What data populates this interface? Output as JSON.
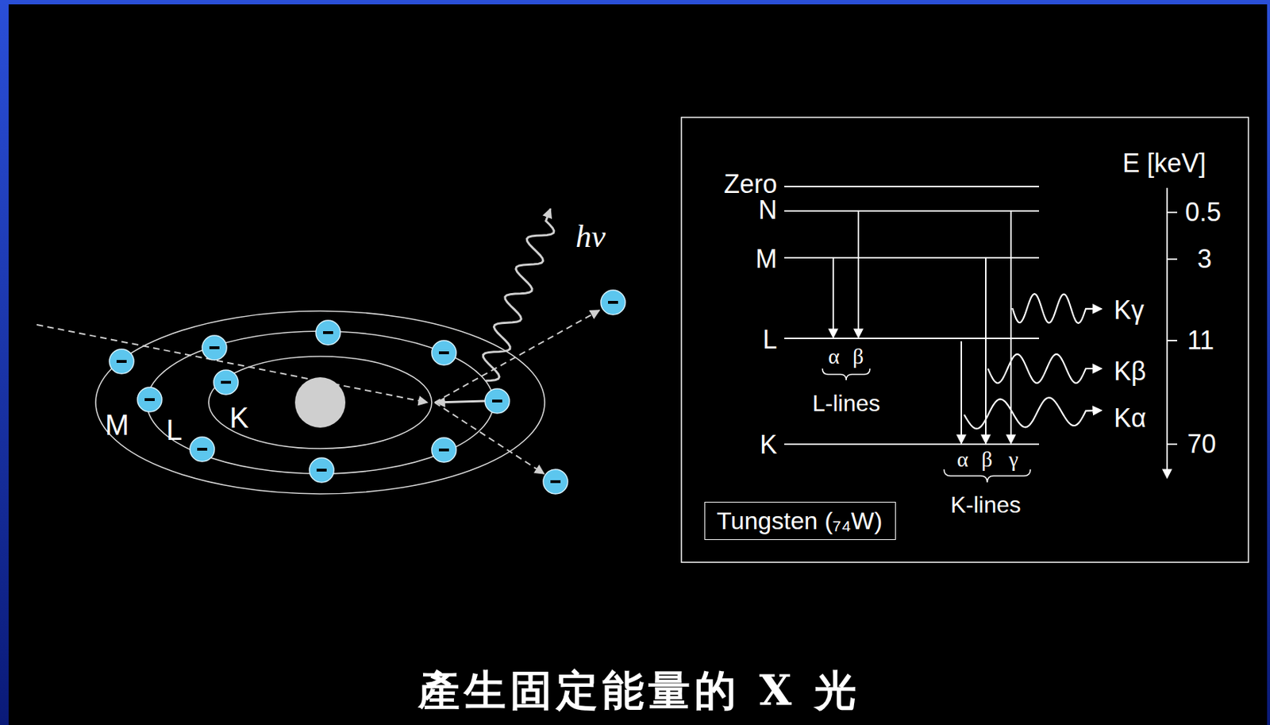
{
  "diagram": {
    "caption": "產生固定能量的 X 光",
    "nodes": [
      {
        "text": [
          "Tungsten (₇₄W)"
        ]
      }
    ],
    "labels": [
      "hν",
      "M",
      "L",
      "K",
      "Zero",
      "N",
      "M",
      "L",
      "K",
      "E [keV]",
      "0.5",
      "3",
      "11",
      "70",
      "α",
      "β",
      "L-lines",
      "α",
      "β",
      "γ",
      "K-lines",
      "Kγ",
      "Kβ",
      "Kα"
    ]
  }
}
